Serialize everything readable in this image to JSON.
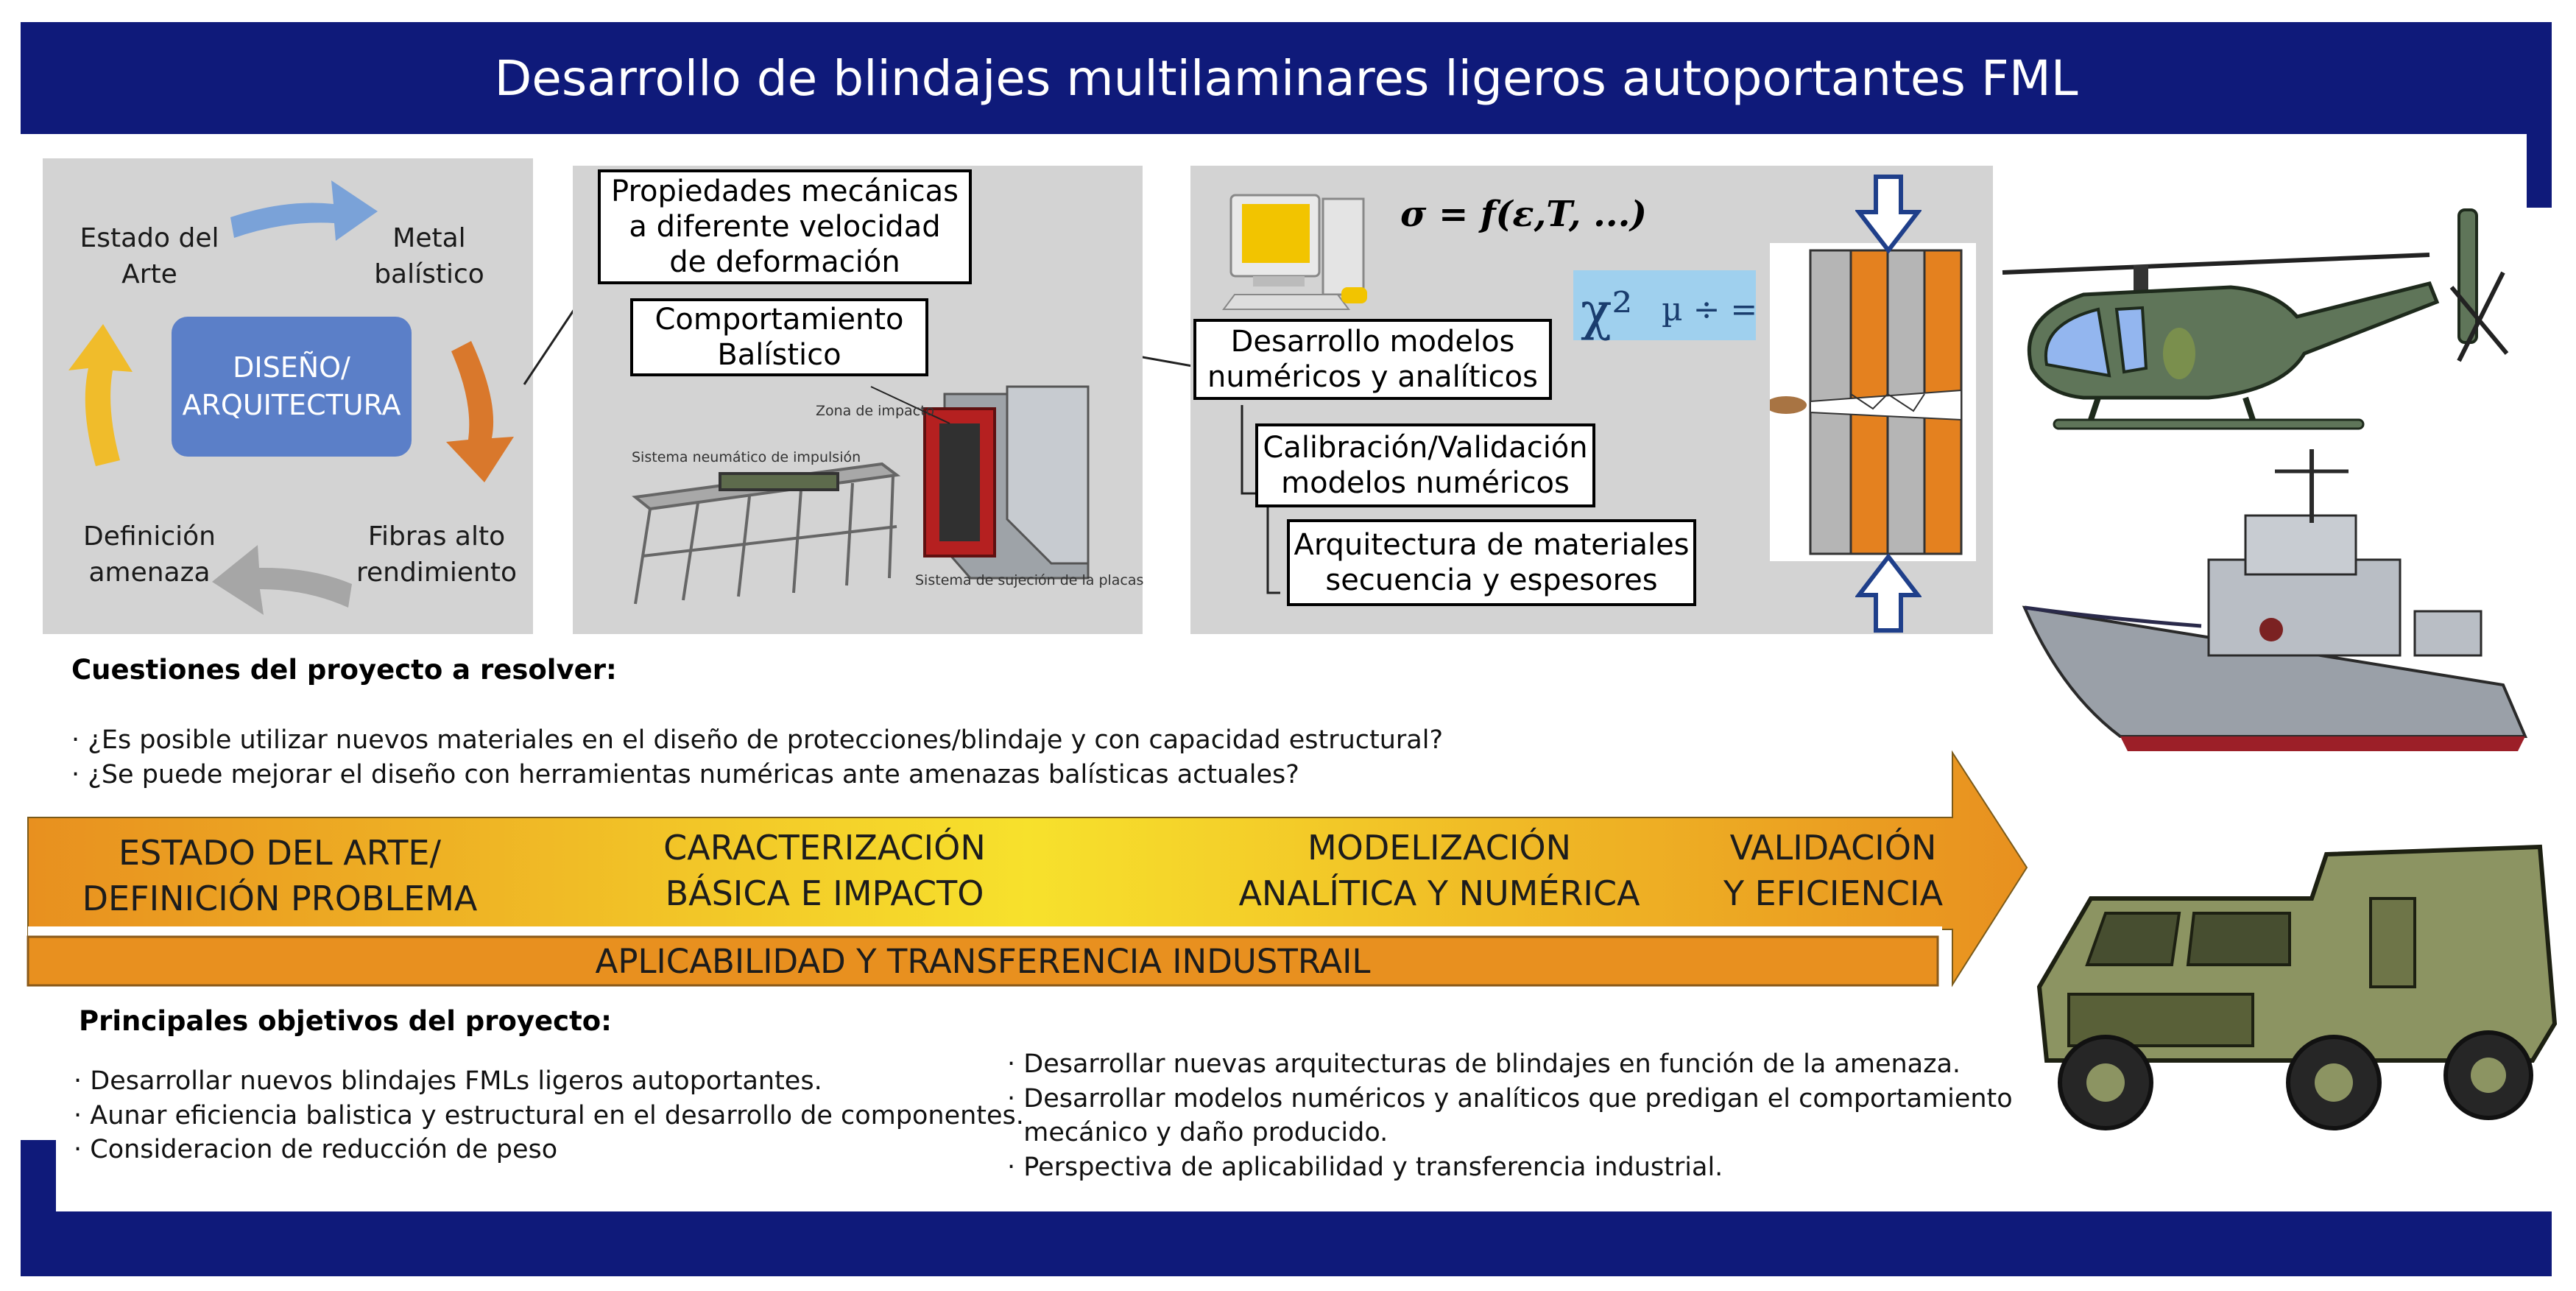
{
  "header": {
    "title": "Desarrollo de blindajes multilaminares ligeros autoportantes FML"
  },
  "cycle": {
    "center": "DISEÑO/\nARQUITECTURA",
    "items": [
      "Estado del\nArte",
      "Metal\nbalístico",
      "Fibras alto\nrendimiento",
      "Definición\namenaza"
    ],
    "colors": {
      "center": "#5b7fc8",
      "top": "#7aa2d8",
      "right": "#d9782c",
      "bottom": "#a6a6a6",
      "left": "#f0bc2b"
    }
  },
  "panel2": {
    "box1": "Propiedades mecánicas\na diferente velocidad\nde deformación",
    "box2": "Comportamiento\nBalístico",
    "label_impact": "Zona de impacto",
    "label_pneumatic": "Sistema neumático de impulsión",
    "label_clamp": "Sistema de sujeción de la placas"
  },
  "panel3": {
    "formula": "σ = f(ε,T, ...)",
    "box1": "Desarrollo modelos\nnuméricos y analíticos",
    "box2": "Calibración/Validación\nmodelos numéricos",
    "box3": "Arquitectura de materiales\nsecuencia y espesores"
  },
  "questions": {
    "heading": "Cuestiones del proyecto a resolver:",
    "items": [
      "· ¿Es posible utilizar nuevos materiales en el diseño de protecciones/blindaje y con capacidad estructural?",
      "· ¿Se puede mejorar el diseño con herramientas numéricas ante amenazas balísticas actuales?"
    ]
  },
  "arrow": {
    "stages": [
      "ESTADO DEL ARTE/\nDEFINICIÓN PROBLEMA",
      "CARACTERIZACIÓN\nBÁSICA E IMPACTO",
      "MODELIZACIÓN\nANALÍTICA Y NUMÉRICA",
      "VALIDACIÓN\nY EFICIENCIA"
    ],
    "bar": "APLICABILIDAD Y TRANSFERENCIA INDUSTRAIL",
    "colors": {
      "edge": "#e8901f",
      "middle": "#f7e12c"
    }
  },
  "objectives": {
    "heading": "Principales objetivos del proyecto:",
    "left": [
      "· Desarrollar nuevos blindajes FMLs ligeros autoportantes.",
      "· Aunar eficiencia balistica y estructural en el desarrollo de componentes.",
      "· Consideracion de reducción de peso"
    ],
    "right": [
      "· Desarrollar nuevas arquitecturas de blindajes en función de la amenaza.",
      "· Desarrollar modelos numéricos y analíticos que predigan el comportamiento",
      "  mecánico y daño producido.",
      "· Perspectiva de aplicabilidad y transferencia industrial."
    ]
  },
  "theme": {
    "navy": "#0f1a7a"
  }
}
